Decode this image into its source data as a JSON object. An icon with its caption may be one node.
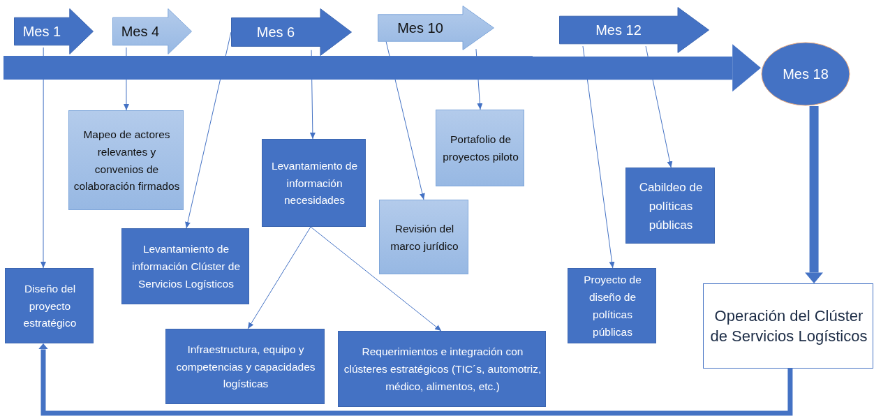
{
  "diagram": {
    "nodes": [
      {
        "text": [
          "Mes 1"
        ]
      },
      {
        "text": [
          "Mes 4"
        ]
      },
      {
        "text": [
          "Mes 6"
        ]
      },
      {
        "text": [
          "Mes 10"
        ]
      },
      {
        "text": [
          "Mes 12"
        ]
      },
      {
        "text": [
          "Mes 18"
        ]
      },
      {
        "text": [
          "Mapeo de actores relevantes y convenios de colaboración firmados"
        ]
      },
      {
        "text": [
          "Levantamiento de información necesidades"
        ]
      },
      {
        "text": [
          "Portafolio de proyectos piloto"
        ]
      },
      {
        "text": [
          "Revisión del marco jurídico"
        ]
      },
      {
        "text": [
          "Cabildeo de políticas públicas"
        ]
      },
      {
        "text": [
          "Levantamiento de información Clúster de Servicios Logísticos"
        ]
      },
      {
        "text": [
          "Diseño del proyecto estratégico"
        ]
      },
      {
        "text": [
          "Proyecto de diseño de políticas públicas"
        ]
      },
      {
        "text": [
          "Operación del Clúster de Servicios Logísticos"
        ]
      },
      {
        "text": [
          "Infraestructura, equipo y competencias y capacidades logísticas"
        ]
      },
      {
        "text": [
          "Requerimientos e integración con clústeres estratégicos (TIC´s, automotriz, médico, alimentos, etc.)"
        ]
      }
    ],
    "edges": [
      {
        "from": 0,
        "to": 12,
        "arrow": "to"
      },
      {
        "from": 1,
        "to": 6,
        "arrow": "to"
      },
      {
        "from": 2,
        "to": 11,
        "arrow": "to"
      },
      {
        "from": 2,
        "to": 7,
        "arrow": "to"
      },
      {
        "from": 3,
        "to": 9,
        "arrow": "to"
      },
      {
        "from": 3,
        "to": 8,
        "arrow": "to"
      },
      {
        "from": 4,
        "to": 13,
        "arrow": "to"
      },
      {
        "from": 4,
        "to": 10,
        "arrow": "to"
      },
      {
        "from": 7,
        "to": 15,
        "arrow": "to"
      },
      {
        "from": 7,
        "to": 16,
        "arrow": "to"
      },
      {
        "from": 5,
        "to": 14,
        "arrow": "to",
        "style": "thick"
      },
      {
        "from": 14,
        "to": 12,
        "arrow": "to",
        "style": "thick"
      },
      {
        "from": null,
        "to": 5,
        "arrow": "to",
        "style": "thick"
      }
    ]
  }
}
